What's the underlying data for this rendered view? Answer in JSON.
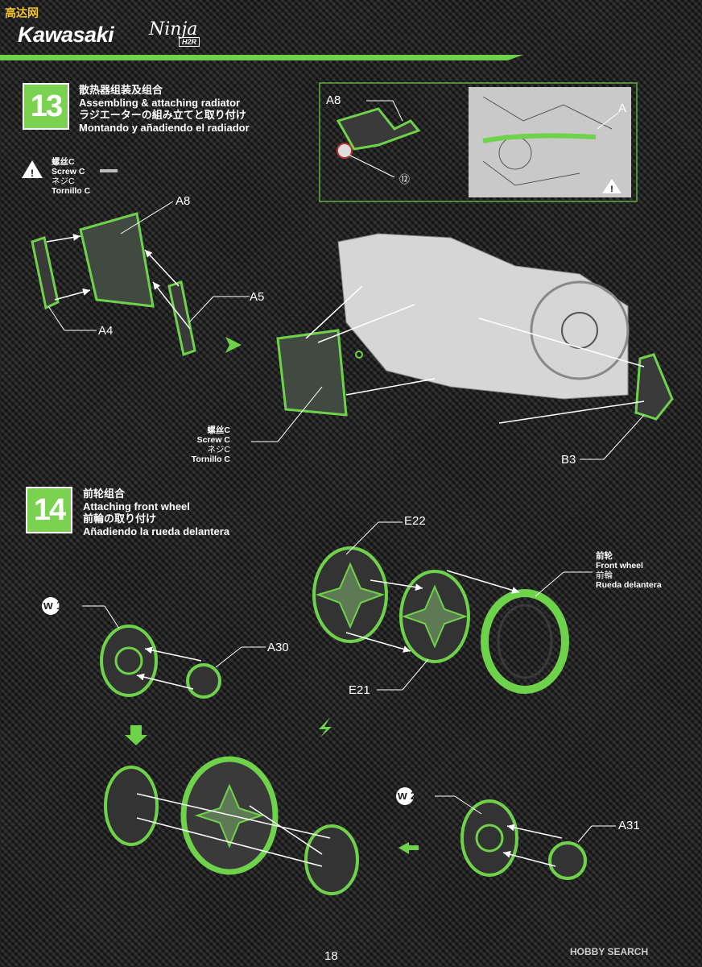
{
  "header": {
    "watermark": "高达网",
    "brand": "Kawasaki",
    "model": "Ninja",
    "model_sub": "H2R",
    "accent_color": "#6fd24b"
  },
  "step13": {
    "number": "13",
    "title_cn": "散热器组装及组合",
    "title_en": "Assembling & attaching radiator",
    "title_jp": "ラジエーターの組み立てと取り付け",
    "title_es": "Montando y añadiendo el radiador",
    "screw": {
      "cn": "螺丝C",
      "en": "Screw C",
      "jp": "ネジC",
      "es": "Tornillo C"
    },
    "inset_labels": {
      "a8": "A8",
      "a": "A",
      "num": "⑫"
    },
    "labels": {
      "a8": "A8",
      "a5": "A5",
      "a4": "A4",
      "b3": "B3"
    }
  },
  "step14": {
    "number": "14",
    "title_cn": "前轮组合",
    "title_en": "Attaching front wheel",
    "title_jp": "前輪の取り付け",
    "title_es": "Añadiendo la rueda delantera",
    "labels": {
      "e22": "E22",
      "e21": "E21",
      "a30": "A30",
      "a31": "A31",
      "w1": "w 1",
      "w2": "w 2"
    },
    "front_wheel": {
      "cn": "前轮",
      "en": "Front wheel",
      "jp": "前輪",
      "es": "Rueda delantera"
    }
  },
  "footer": {
    "page": "18",
    "credit": "HOBBY SEARCH"
  }
}
